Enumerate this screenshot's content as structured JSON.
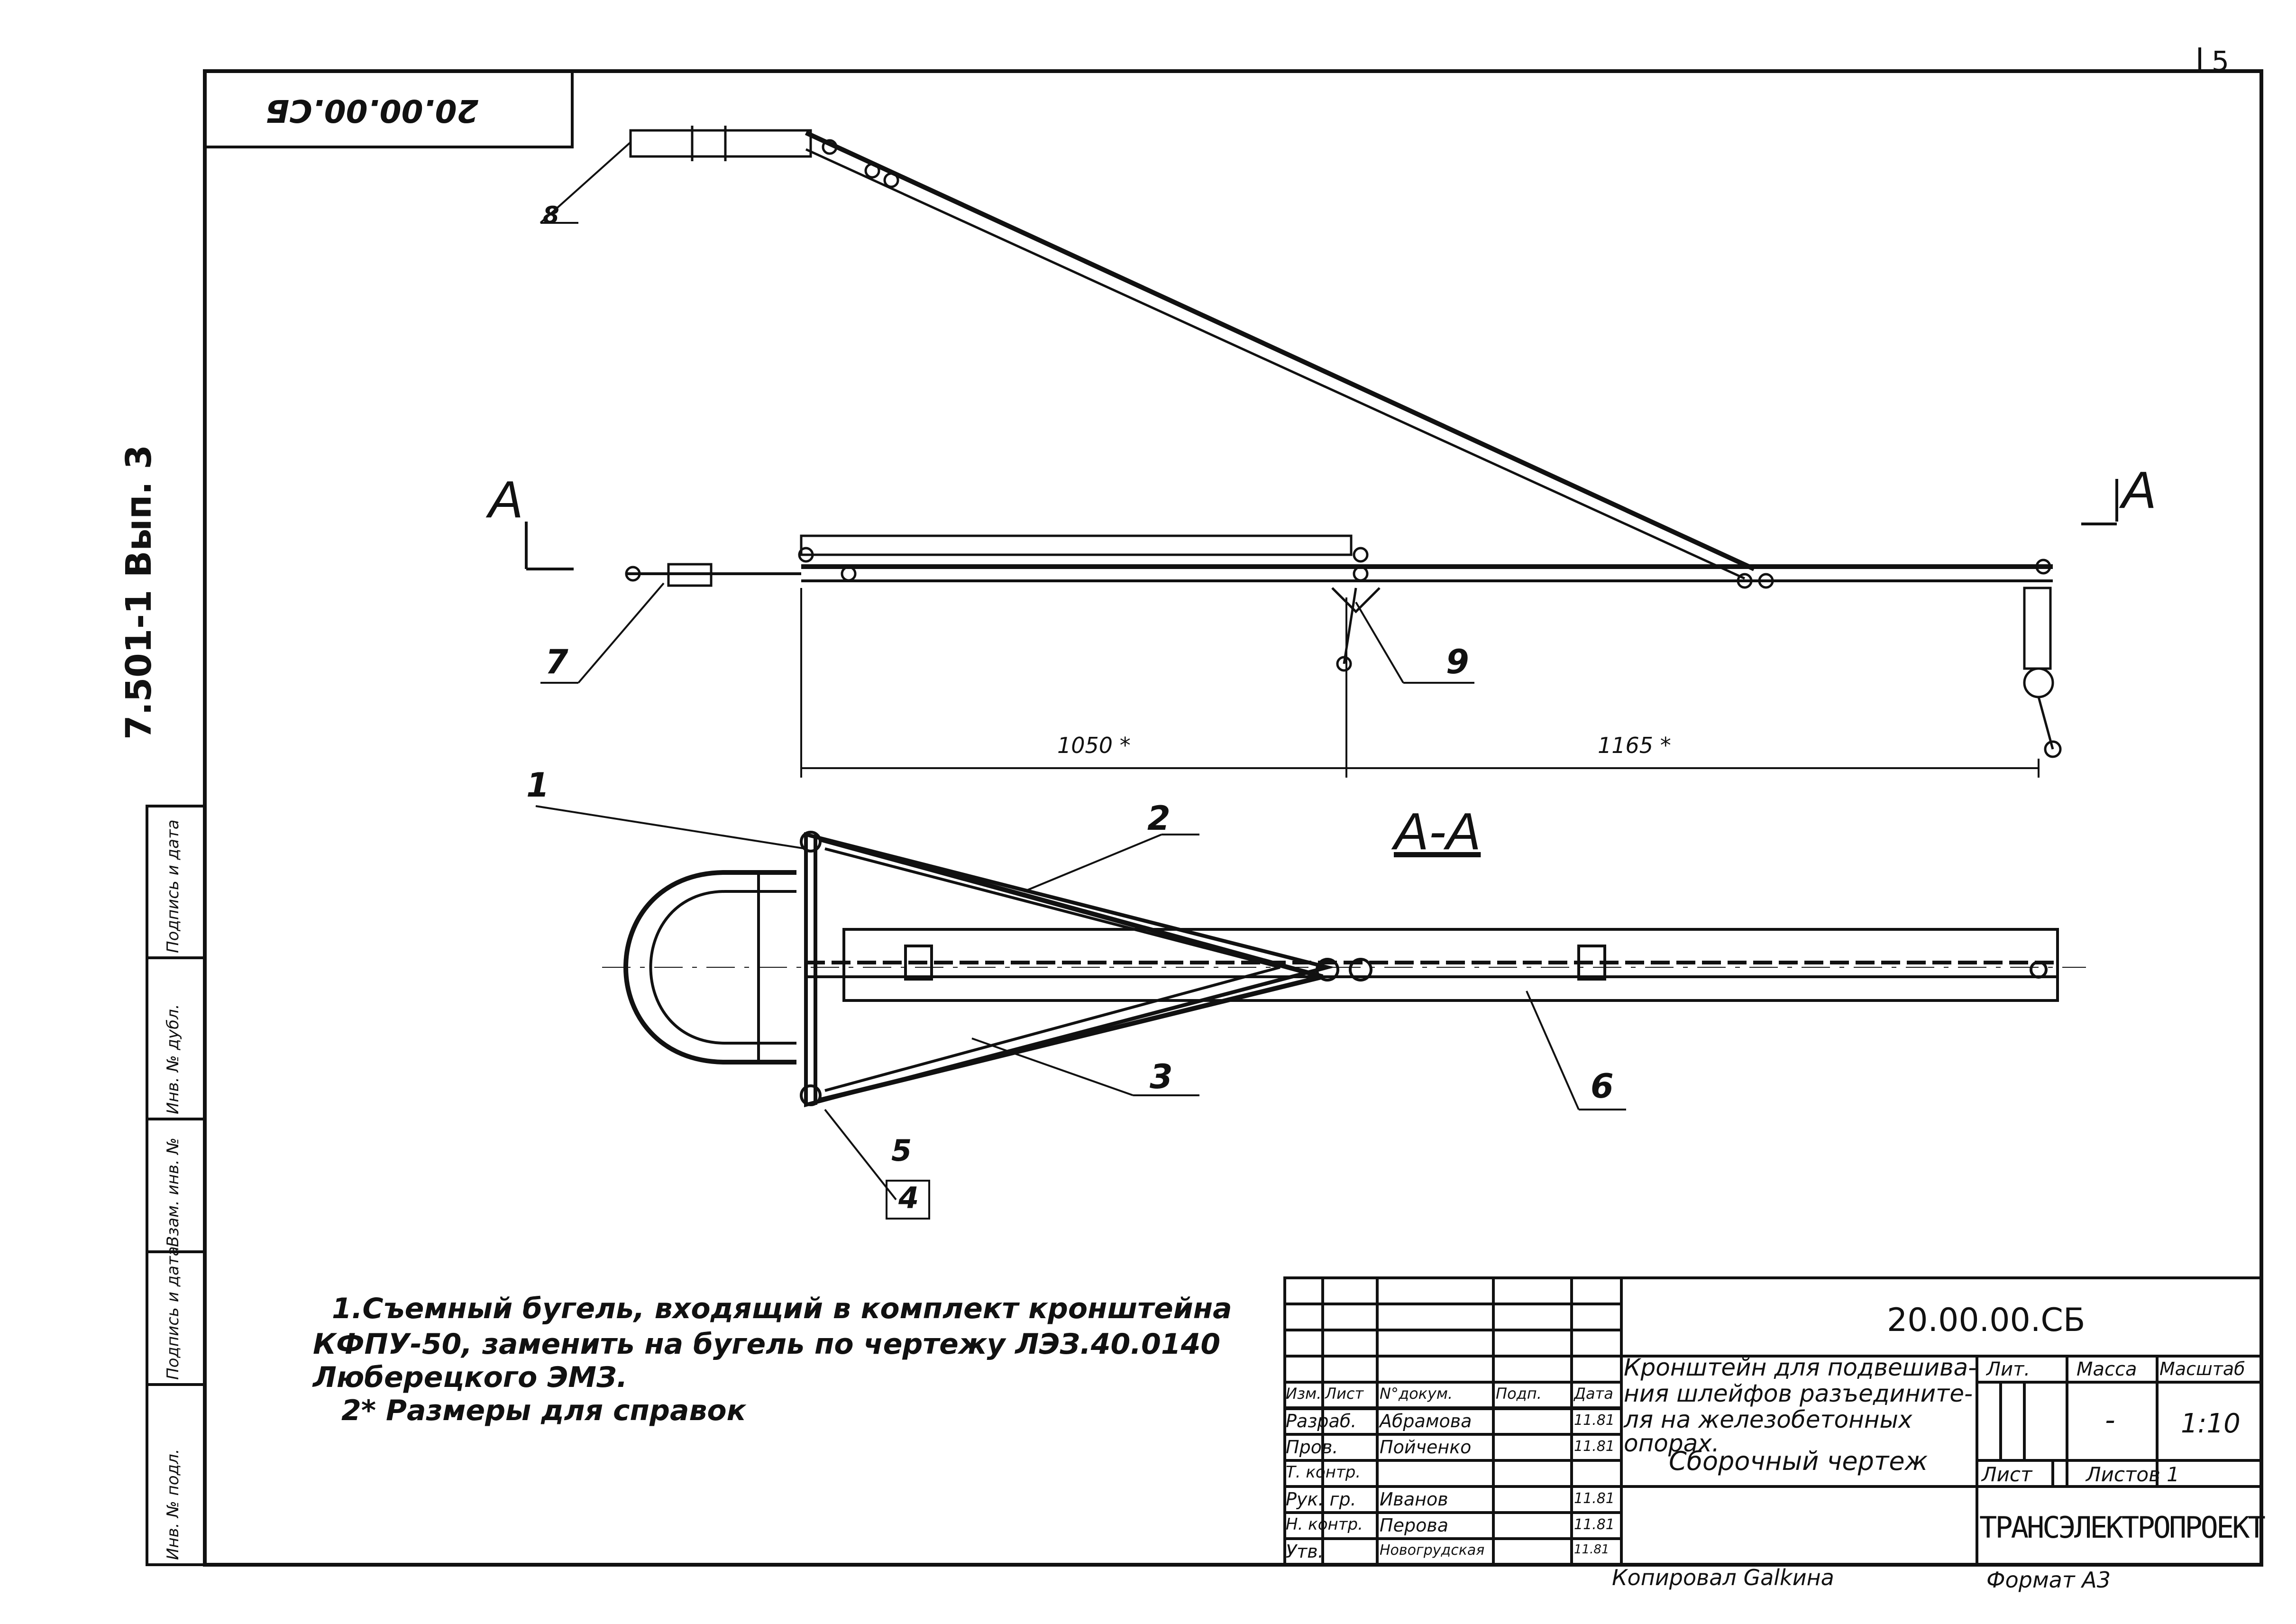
{
  "sheet": {
    "sheet_no": "5",
    "stamp_code_rotated": "20.00.00.CБ",
    "series_vertical": "7.501-1 Вып. 3",
    "margin_cells": [
      "Инв. № подл.",
      "Подпись и дата",
      "Взам. инв. №",
      "Инв. № дубл.",
      "Подпись и дата"
    ]
  },
  "drawing": {
    "section_marker_left": "A",
    "section_marker_right": "A",
    "section_title": "A-A",
    "callouts": [
      "1",
      "2",
      "3",
      "4",
      "5",
      "6",
      "7",
      "8",
      "9"
    ],
    "dim_left": "1050 *",
    "dim_right": "1165 *"
  },
  "notes": {
    "line1": "1.Съемный бугель, входящий в комплект кронштейна",
    "line2": "КФПУ-50, заменить на бугель по чертежу ЛЭЗ.40.0140",
    "line3": "Люберецкого ЭМЗ.",
    "line4": "2* Размеры для справок"
  },
  "title_block": {
    "doc_code": "20.00.00.CБ",
    "title": [
      "Кронштейн для подвешива-",
      "ния шлейфов разъедините-",
      "ля на железобетонных",
      "опорах."
    ],
    "subtitle": "Сборочный чертеж",
    "col_headers": {
      "izm": "Изм.",
      "list": "Лист",
      "ndoc": "N°докум.",
      "podp": "Подп.",
      "data": "Дата"
    },
    "rows": [
      {
        "role": "Разраб.",
        "name": "Абрамова",
        "date": "11.81"
      },
      {
        "role": "Пров.",
        "name": "Пойченко",
        "date": "11.81"
      },
      {
        "role": "Т. контр.",
        "name": "",
        "date": ""
      },
      {
        "role": "Рук. гр.",
        "name": "Иванов",
        "date": "11.81"
      },
      {
        "role": "Н. контр.",
        "name": "Перова",
        "date": "11.81"
      },
      {
        "role": "Утв.",
        "name": "Новогрудская",
        "date": "11.81"
      }
    ],
    "lit_label": "Лит.",
    "mass_label": "Масса",
    "scale_label": "Масштаб",
    "mass_value": "-",
    "scale_value": "1:10",
    "sheet_label": "Лист",
    "sheets_label": "Листов 1",
    "organization": "ТРАНСЭЛЕКТРОПРОЕКТ"
  },
  "footer": {
    "copied": "Копировал Galkина",
    "format": "Формат А3"
  }
}
